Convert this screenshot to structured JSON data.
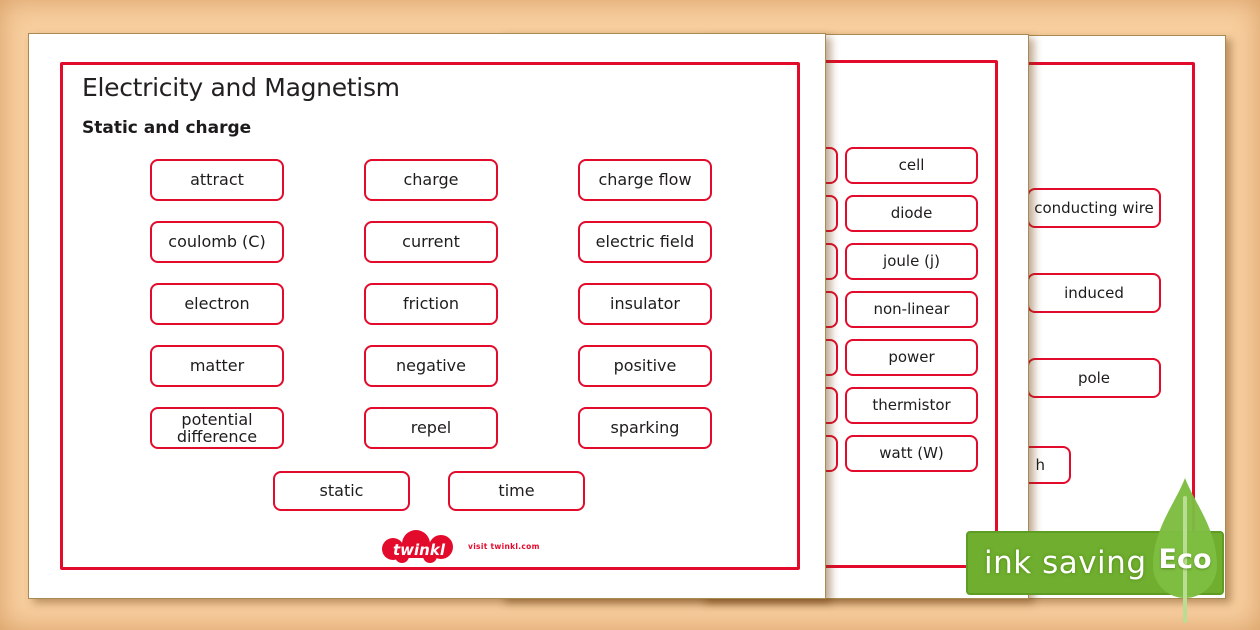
{
  "colors": {
    "background": "#f8cf9f",
    "accent_red": "#e30b2c",
    "banner_green": "#6fae2e",
    "leaf_green": "#7ebd41",
    "text": "#1e1c1c"
  },
  "pages": {
    "front": {
      "title": "Electricity and Magnetism",
      "subtitle": "Static and charge",
      "words": [
        "attract",
        "charge",
        "charge flow",
        "coulomb (C)",
        "current",
        "electric field",
        "electron",
        "friction",
        "insulator",
        "matter",
        "negative",
        "positive",
        "potential difference",
        "repel",
        "sparking"
      ],
      "bottom_words": [
        "static",
        "time"
      ],
      "logo_brand": "twinkl",
      "logo_tagline": "visit twinkl.com"
    },
    "middle": {
      "words": [
        "cell",
        "diode",
        "joule (j)",
        "non-linear",
        "power",
        "thermistor",
        "watt (W)"
      ]
    },
    "back": {
      "words": [
        "conducting wire",
        "induced",
        "pole"
      ],
      "partial_word": "h"
    }
  },
  "eco_badge": {
    "label": "ink saving",
    "eco_label": "Eco"
  }
}
